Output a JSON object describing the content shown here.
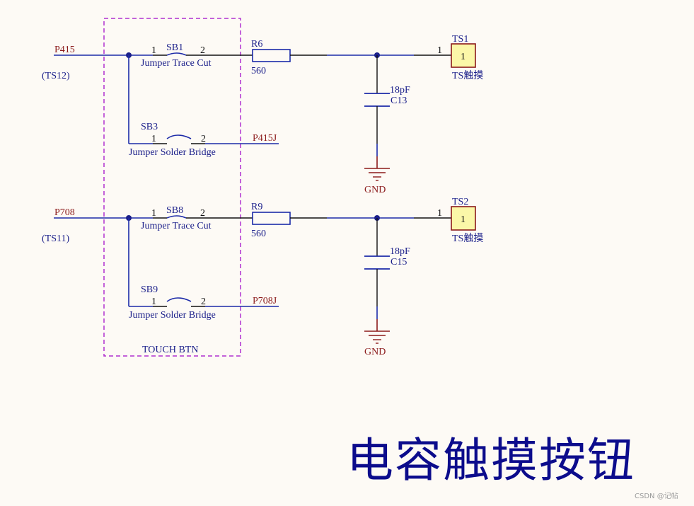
{
  "colors": {
    "background": "#fdfaf5",
    "wire": "#1c2aa8",
    "pin": "#111111",
    "net_label": "#8b1a1a",
    "gnd": "#8b1a1a",
    "component_text": "#1b1f8a",
    "group_border": "#b030d0",
    "pad_fill": "#fbf7a8",
    "pad_border": "#8b1a1a",
    "title": "#0c0c8c"
  },
  "group": {
    "label": "TOUCH BTN"
  },
  "channels": [
    {
      "net_in": "P415",
      "alias": "(TS12)",
      "trace_cut": {
        "ref": "SB1",
        "desc": "Jumper Trace Cut",
        "pin1": "1",
        "pin2": "2"
      },
      "solder_bridge": {
        "ref": "SB3",
        "desc": "Jumper Solder Bridge",
        "pin1": "1",
        "pin2": "2"
      },
      "net_out_j": "P415J",
      "resistor": {
        "ref": "R6",
        "value": "560"
      },
      "capacitor": {
        "ref": "C13",
        "value": "18pF"
      },
      "gnd_label": "GND",
      "pad": {
        "ref": "TS1",
        "pin": "1",
        "pin_inner": "1",
        "desc": "TS触摸"
      }
    },
    {
      "net_in": "P708",
      "alias": "(TS11)",
      "trace_cut": {
        "ref": "SB8",
        "desc": "Jumper Trace Cut",
        "pin1": "1",
        "pin2": "2"
      },
      "solder_bridge": {
        "ref": "SB9",
        "desc": "Jumper Solder Bridge",
        "pin1": "1",
        "pin2": "2"
      },
      "net_out_j": "P708J",
      "resistor": {
        "ref": "R9",
        "value": "560"
      },
      "capacitor": {
        "ref": "C15",
        "value": "18pF"
      },
      "gnd_label": "GND",
      "pad": {
        "ref": "TS2",
        "pin": "1",
        "pin_inner": "1",
        "desc": "TS触摸"
      }
    }
  ],
  "title": "电容触摸按钮",
  "watermark": "CSDN @记帖"
}
